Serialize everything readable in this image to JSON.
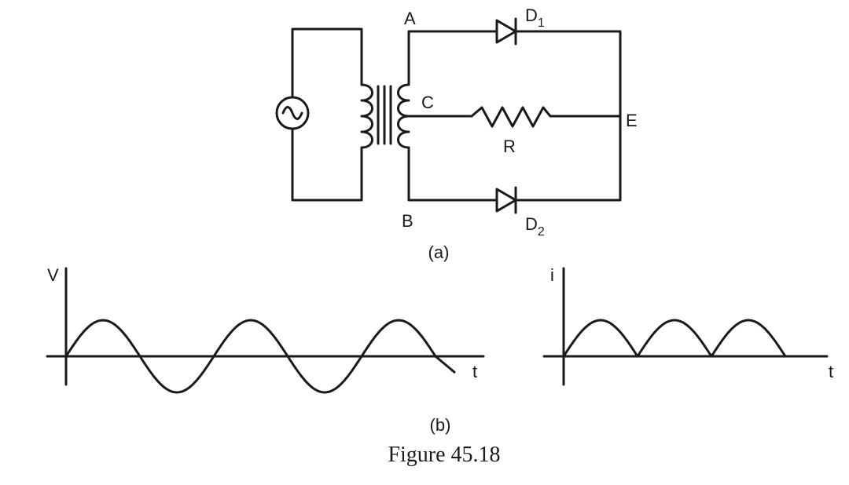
{
  "circuit": {
    "node_a": "A",
    "node_b": "B",
    "node_c": "C",
    "node_e": "E",
    "resistor": "R",
    "diode1": {
      "letter": "D",
      "sub": "1"
    },
    "diode2": {
      "letter": "D",
      "sub": "2"
    },
    "part_label": "(a)"
  },
  "graphs": {
    "voltage": {
      "ylabel": "V",
      "xlabel": "t",
      "shape": "sine",
      "cycles": 2.5
    },
    "current": {
      "ylabel": "i",
      "xlabel": "t",
      "shape": "rectified-sine",
      "humps": 3
    },
    "part_label": "(b)"
  },
  "caption": "Figure 45.18",
  "colors": {
    "ink": "#1a1a1a",
    "background": "#ffffff"
  }
}
